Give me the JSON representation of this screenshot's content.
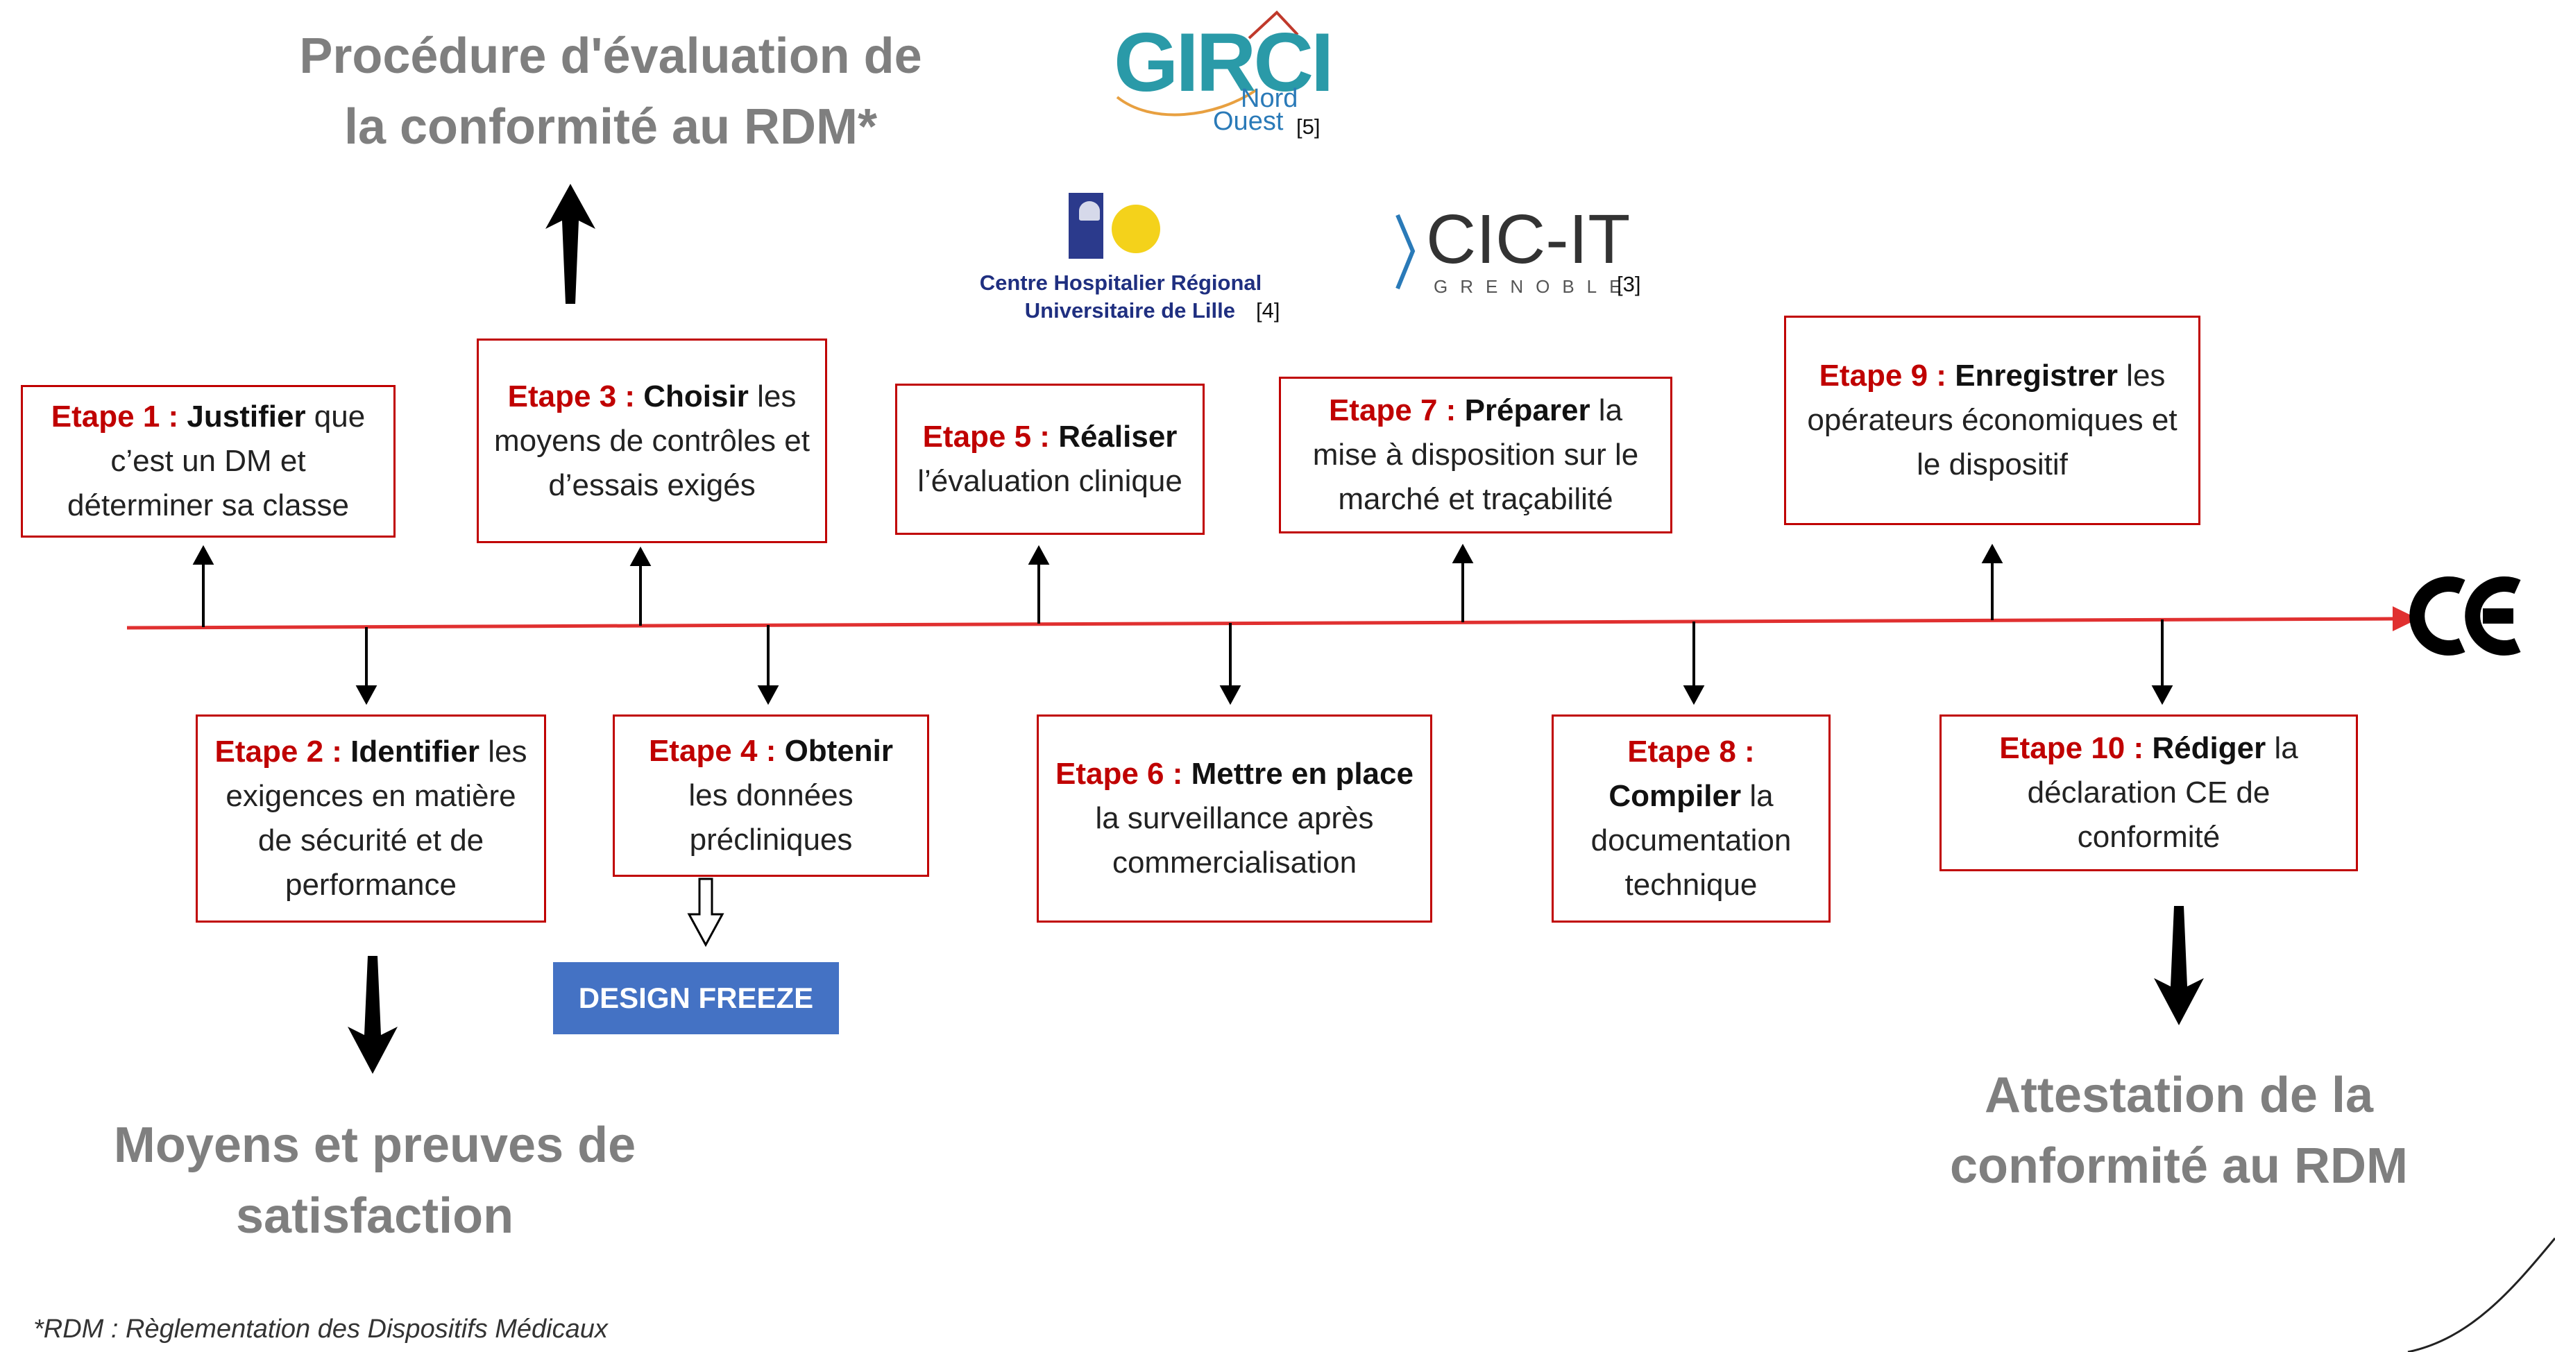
{
  "titles": {
    "top": [
      "Procédure d'évaluation de",
      "la conformité au RDM*"
    ],
    "bottom_left": [
      "Moyens et preuves de",
      "satisfaction"
    ],
    "bottom_right": [
      "Attestation de la",
      "conformité au RDM"
    ]
  },
  "logos": {
    "girci": {
      "main": "GIRCI",
      "nord": "Nord",
      "ouest": "Ouest",
      "ref": "[5]"
    },
    "chru": {
      "line1": "Centre Hospitalier Régional",
      "line2": "Universitaire de Lille",
      "ref": "[4]"
    },
    "cicit": {
      "main": "CIC-IT",
      "sub": "GRENOBLE",
      "ref": "[3]"
    }
  },
  "steps": [
    {
      "label": "Etape 1 :",
      "verb": "Justifier",
      "rest": " que c’est un DM et déterminer sa classe"
    },
    {
      "label": "Etape 2 :",
      "verb": "Identifier",
      "rest": " les exigences en matière de sécurité et de performance"
    },
    {
      "label": "Etape 3 :",
      "verb": "Choisir",
      "rest": " les moyens de contrôles et d’essais exigés"
    },
    {
      "label": "Etape 4 :",
      "verb": "Obtenir",
      "rest": " les données précliniques"
    },
    {
      "label": "Etape 5 :",
      "verb": "Réaliser",
      "rest": " l’évaluation clinique"
    },
    {
      "label": "Etape 6 :",
      "verb": "Mettre en place",
      "rest": " la surveillance après commercialisation"
    },
    {
      "label": "Etape 7 :",
      "verb": "Préparer",
      "rest": " la mise à disposition sur le marché et traçabilité"
    },
    {
      "label": "Etape 8 :",
      "verb": "Compiler",
      "rest": " la documentation technique"
    },
    {
      "label": "Etape 9 :",
      "verb": "Enregistrer",
      "rest": " les opérateurs économiques et le dispositif"
    },
    {
      "label": "Etape 10 :",
      "verb": "Rédiger",
      "rest": " la déclaration CE de conformité"
    }
  ],
  "design_freeze": "DESIGN FREEZE",
  "ce_mark": "CE",
  "footnote": "*RDM : Règlementation des Dispositifs Médicaux",
  "colors": {
    "accent": "#c00000",
    "title_grey": "#7f7f7f",
    "badge_blue": "#4472c4"
  }
}
